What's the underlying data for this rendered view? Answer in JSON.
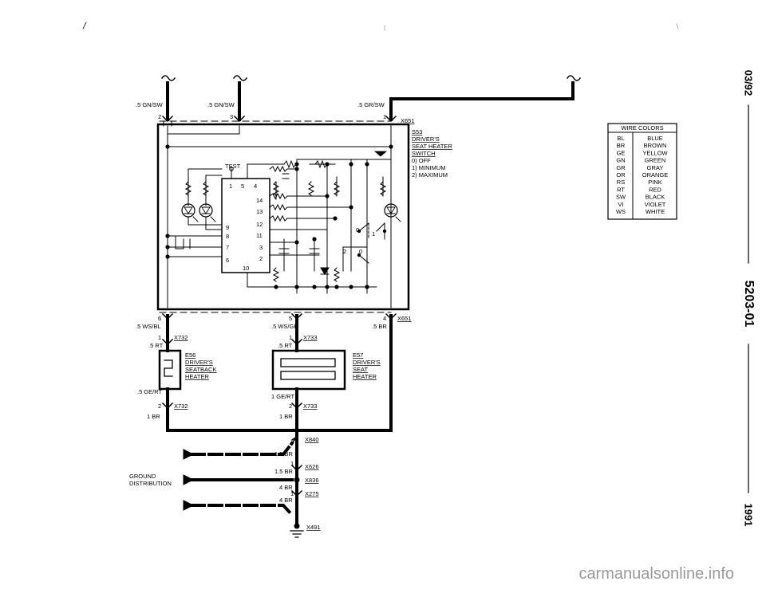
{
  "page": {
    "date": "03/92",
    "doc_number": "5203-01",
    "year": "1991"
  },
  "wires_top": {
    "w1": ".5 GN/SW",
    "w2": ".5 GN/SW",
    "w3": ".5 GR/SW"
  },
  "pins_top": {
    "p2": "2",
    "p3": "3",
    "p1": "1"
  },
  "connectors": {
    "x651_top": "X651",
    "x651_bottom": "X651",
    "x732_top": "X732",
    "x732_bottom": "X732",
    "x733_top": "X733",
    "x733_bottom": "X733",
    "x840": "X840",
    "x626": "X626",
    "x836": "X836",
    "x275": "X275",
    "x491": "X491"
  },
  "switch": {
    "id": "S53",
    "line1": "DRIVER'S",
    "line2": "SEAT HEATER",
    "line3": "SWITCH",
    "pos0": "0) OFF",
    "pos1": "1) MINIMUM",
    "pos2": "2) MAXIMUM"
  },
  "module": {
    "test": "TEST",
    "pins": [
      "1",
      "5",
      "4",
      "14",
      "13",
      "12",
      "11",
      "3",
      "2",
      "9",
      "8",
      "7",
      "6",
      "10"
    ],
    "switch_pos": [
      "0",
      "1",
      "2",
      "0"
    ]
  },
  "pins_bottom": {
    "p6": "6",
    "p5": "5",
    "p4": "4"
  },
  "wires_bottom": {
    "w6": ".5 WS/BL",
    "w5": ".5 WS/GE",
    "w4": ".5 BR"
  },
  "e56": {
    "id": "E56",
    "line1": "DRIVER'S",
    "line2": "SEATBACK",
    "line3": "HEATER",
    "pin_top": "1",
    "pin_bottom": "2",
    "wire_in": ".5 RT",
    "wire_out": ".5 GE/RT",
    "wire_gnd": "1 BR"
  },
  "e57": {
    "id": "E57",
    "line1": "DRIVER'S",
    "line2": "SEAT",
    "line3": "HEATER",
    "pin_top": "1",
    "pin_bottom": "2",
    "wire_in": ".5 RT",
    "wire_out": "1 GE/RT",
    "wire_gnd": "1 BR"
  },
  "ground": {
    "label1": "GROUND",
    "label2": "DISTRIBUTION",
    "w_15br_a": "1.5 BR",
    "pin_1a": "1",
    "w_15br_b": "1.5 BR",
    "w_4br_a": "4 BR",
    "pin_1b": "1",
    "w_4br_b": "4 BR"
  },
  "wire_colors": {
    "title": "WIRE COLORS",
    "rows": [
      [
        "BL",
        "BLUE"
      ],
      [
        "BR",
        "BROWN"
      ],
      [
        "GE",
        "YELLOW"
      ],
      [
        "GN",
        "GREEN"
      ],
      [
        "GR",
        "GRAY"
      ],
      [
        "OR",
        "ORANGE"
      ],
      [
        "RS",
        "PINK"
      ],
      [
        "RT",
        "RED"
      ],
      [
        "SW",
        "BLACK"
      ],
      [
        "VI",
        "VIOLET"
      ],
      [
        "WS",
        "WHITE"
      ]
    ]
  },
  "watermark": "carmanualsonline.info"
}
